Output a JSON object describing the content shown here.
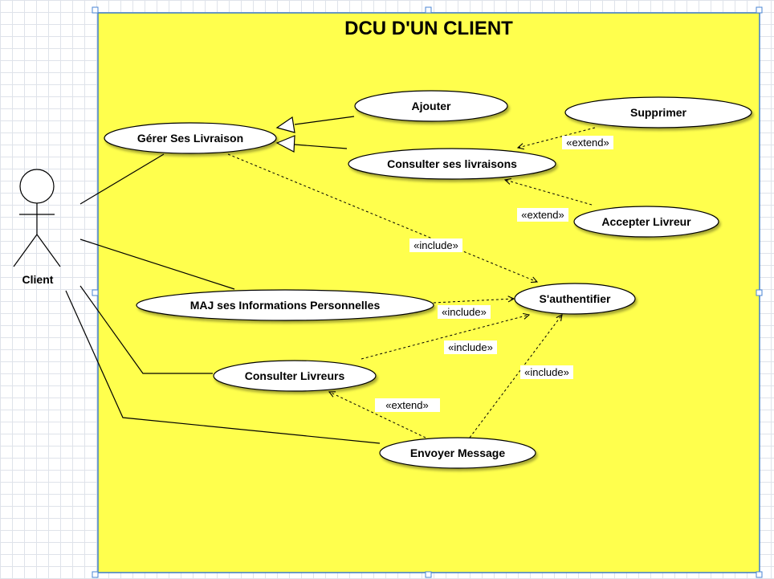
{
  "diagram": {
    "title": "DCU D'UN CLIENT",
    "actor": {
      "name": "Client"
    },
    "use_cases": {
      "gerer": "Gérer Ses Livraison",
      "ajouter": "Ajouter",
      "supprimer": "Supprimer",
      "consulter_livraisons": "Consulter ses livraisons",
      "accepter_livreur": "Accepter Livreur",
      "maj_infos": "MAJ ses Informations Personnelles",
      "authentifier": "S'authentifier",
      "consulter_livreurs": "Consulter Livreurs",
      "envoyer_message": "Envoyer Message"
    },
    "relations": {
      "extend_supprimer": "«extend»",
      "extend_accepter": "«extend»",
      "include_gerer": "«include»",
      "include_maj": "«include»",
      "include_livreurs": "«include»",
      "include_message": "«include»",
      "extend_message": "«extend»"
    },
    "colors": {
      "system_fill": "#ffff4d",
      "system_border": "#3c7bc7",
      "use_case_fill": "#ffffff",
      "line": "#000000"
    }
  }
}
